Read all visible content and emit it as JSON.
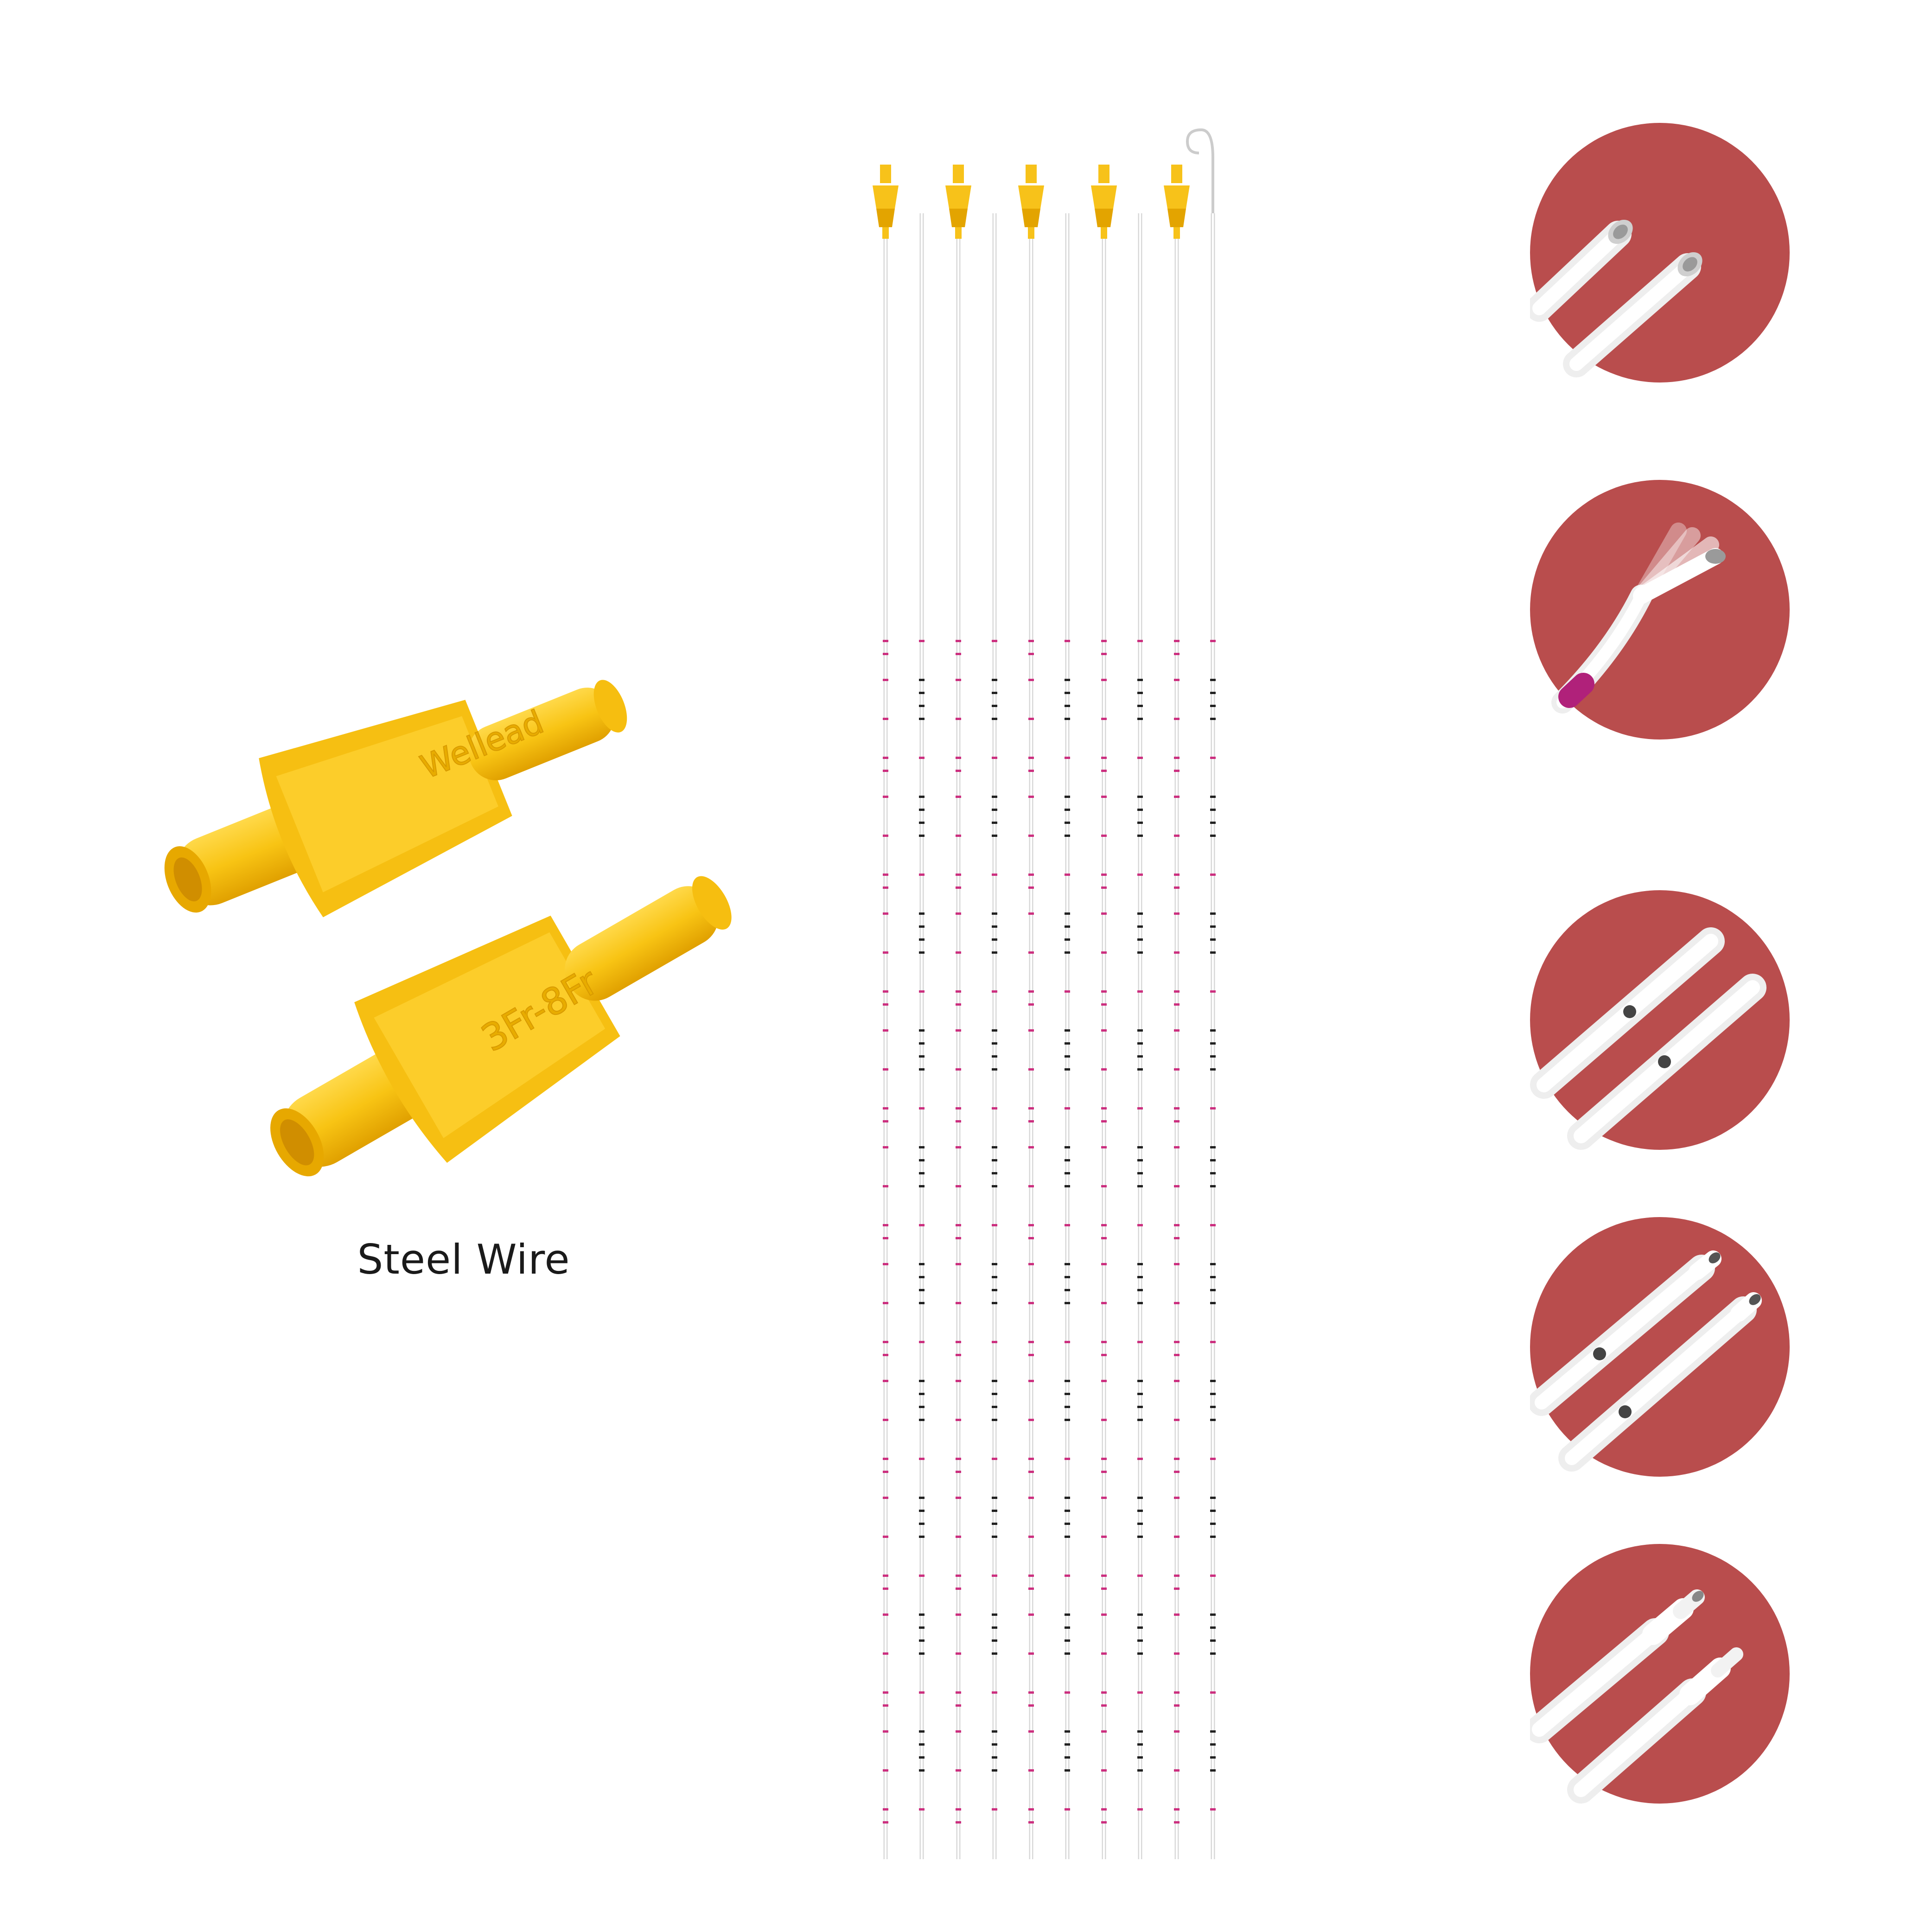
{
  "product": {
    "label": "Steel Wire",
    "hub_top_embossing": "Wellead",
    "hub_bottom_embossing": "3Fr-8Fr"
  },
  "colors": {
    "hub_yellow": "#f7c21a",
    "hub_shadow": "#e3a400",
    "circle_bg": "#b94d4d",
    "tube": "#f4f4f4",
    "mark_magenta": "#cc2f7f",
    "mark_black": "#222222"
  },
  "catheters": {
    "count_with_hub": 5,
    "count_plain": 5
  },
  "detail_icons": [
    "open-end-tip-icon",
    "flared-tip-icon",
    "closed-round-side-hole-tip-icon",
    "open-tapered-side-hole-tip-icon",
    "stepped-tip-icon"
  ]
}
